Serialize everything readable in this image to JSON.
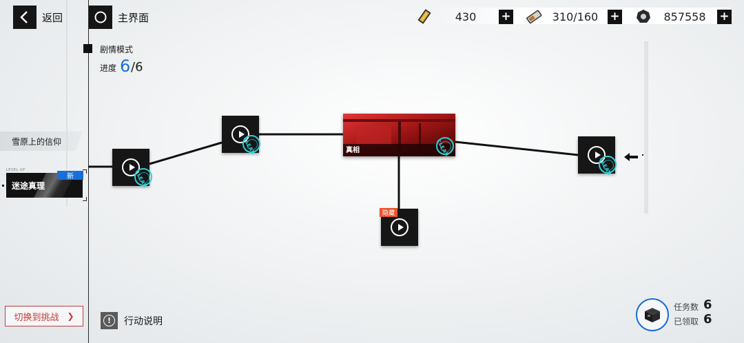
{
  "topbar": {
    "back_label": "返回",
    "home_label": "主界面"
  },
  "resources": [
    {
      "icon": "gold-bar-icon",
      "value": "430"
    },
    {
      "icon": "stamina-battery-icon",
      "value": "310/160"
    },
    {
      "icon": "gear-coin-icon",
      "value": "857558"
    }
  ],
  "mode": {
    "title": "剧情模式",
    "progress_label": "进度",
    "progress_current": "6",
    "progress_total": "/6"
  },
  "chapters": [
    {
      "label": "雪原上的信仰"
    },
    {
      "label": "迷途真理",
      "level_up": "LEVEL UP",
      "badge": "新"
    }
  ],
  "stages": {
    "clear_text": "CLEAR",
    "main_stage_label": "真相",
    "hidden_tag": "隐藏"
  },
  "footer": {
    "switch_label": "切换到挑战",
    "switch_arrow": "❯",
    "action_label": "行动说明",
    "info_glyph": "!",
    "task_count_label": "任务数",
    "task_count_value": "6",
    "claimed_label": "已领取",
    "claimed_value": "6"
  },
  "colors": {
    "accent_blue": "#1a6fd6",
    "clear_cyan": "#2fd0d8",
    "hidden_tag": "#e8552f",
    "challenge_red": "#c73a3a"
  }
}
